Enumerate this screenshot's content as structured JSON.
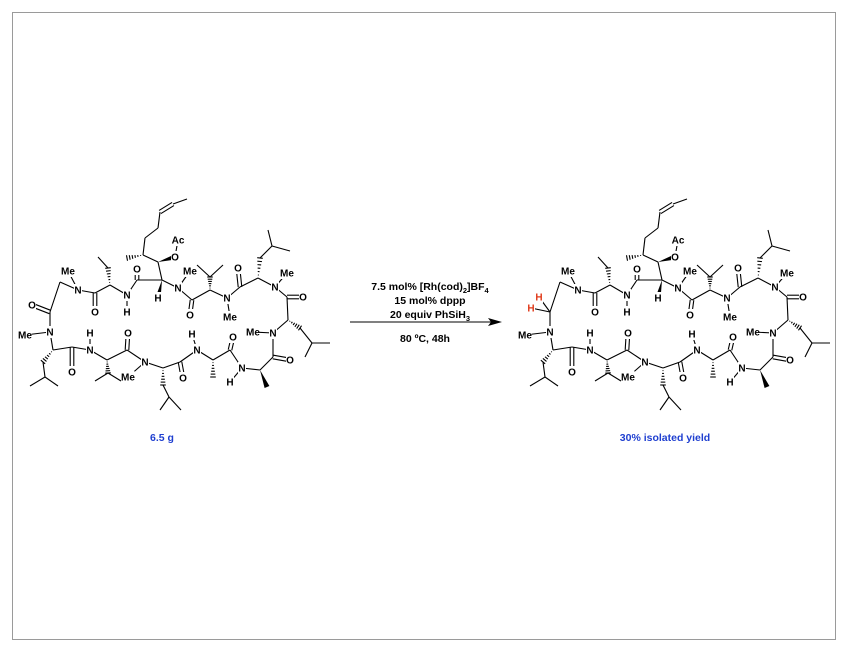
{
  "scheme": {
    "conditions": {
      "line1": {
        "pre": "7.5 mol% [Rh(cod)",
        "sub1": "2",
        "mid": "]BF",
        "sub2": "4"
      },
      "line2": "15 mol% dppp",
      "line3": {
        "pre": "20 equiv PhSiH",
        "sub": "3"
      },
      "line4": "80 ºC, 48h"
    },
    "reactant": {
      "caption": "6.5 g",
      "atom_labels": [
        "Me",
        "N",
        "O",
        "N",
        "Me",
        "O",
        "N",
        "H",
        "O",
        "N",
        "Me",
        "O",
        "N",
        "H",
        "O",
        "N",
        "H",
        "O",
        "N",
        "Me",
        "O",
        "N",
        "Me",
        "O",
        "N",
        "Me",
        "O",
        "N",
        "Me",
        "H",
        "O",
        "Ac",
        "O",
        "N",
        "H",
        "O"
      ]
    },
    "product": {
      "caption": "30% isolated yield",
      "atom_labels": [
        "Me",
        "N",
        "N",
        "Me",
        "O",
        "N",
        "H",
        "O",
        "N",
        "Me",
        "O",
        "N",
        "H",
        "O",
        "N",
        "H",
        "O",
        "N",
        "Me",
        "O",
        "N",
        "Me",
        "O",
        "N",
        "Me",
        "O",
        "N",
        "Me",
        "H",
        "O",
        "Ac",
        "O",
        "N",
        "H",
        "O"
      ],
      "highlight_labels": [
        "H",
        "H"
      ]
    },
    "colors": {
      "caption": "#1f3fd0",
      "highlight": "#e03a1a",
      "ink": "#000000"
    }
  }
}
